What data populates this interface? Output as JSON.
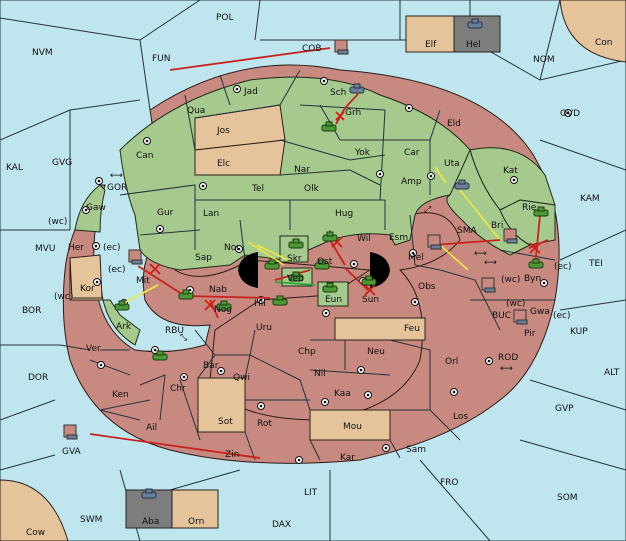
{
  "map_labels": {
    "pol": "POL",
    "nvm": "NVM",
    "fun": "FUN",
    "cob": "COB",
    "elf": "Elf",
    "hel": "Hel",
    "con": "Con",
    "nom": "NOM",
    "ovd": "OVD",
    "kal": "KAL",
    "gvg": "GVG",
    "gor": "GOR",
    "gaw": "Gaw",
    "mvu": "MVU",
    "wc1": "(wc)",
    "her": "Her",
    "ec1": "(ec)",
    "ec2": "(ec)",
    "wc2": "(wc)",
    "kor": "Kor",
    "mit": "Mit",
    "bor": "BOR",
    "ark": "Ark",
    "rbu": "RBU",
    "ver": "Ver",
    "dor": "DOR",
    "ken": "Ken",
    "chr": "Chr",
    "ail": "Ail",
    "gva": "GVA",
    "zin": "Zin",
    "swm": "SWM",
    "cow": "Cow",
    "aba": "Aba",
    "orn": "Orn",
    "dax": "DAX",
    "lit": "LIT",
    "fro": "FRO",
    "som": "SOM",
    "gvp": "GVP",
    "alt": "ALT",
    "kup": "KUP",
    "rod": "ROD",
    "buc": "BUC",
    "tei": "TEI",
    "kam": "KAM",
    "jad": "Jad",
    "qua": "Qua",
    "sch": "Sch",
    "grh": "Grh",
    "eld": "Eld",
    "jos": "Jos",
    "can": "Can",
    "elc": "Elc",
    "nar": "Nar",
    "yok": "Yok",
    "car": "Car",
    "uta": "Uta",
    "kat": "Kat",
    "tel": "Tel",
    "olk": "Olk",
    "amp": "Amp",
    "gur": "Gur",
    "lan": "Lan",
    "hug": "Hug",
    "bri": "Bri",
    "rie": "Rie",
    "sma": "SMA",
    "nor": "Nor",
    "skr": "Skr",
    "wil": "Wil",
    "esm": "Esm",
    "sap": "Sap",
    "veb": "Veb",
    "ost": "Ost",
    "mel": "Mel",
    "byn": "Byn",
    "wc3": "(wc)",
    "ec3": "(ec)",
    "nab": "Nab",
    "nog": "Nog",
    "hil": "Hil",
    "eun": "Eun",
    "sun": "Sun",
    "obs": "Obs",
    "wc4": "(wc)",
    "gwa": "Gwa",
    "ec4": "(ec)",
    "pir": "Pir",
    "uru": "Uru",
    "feu": "Feu",
    "chp": "Chp",
    "neu": "Neu",
    "orl": "Orl",
    "bar": "Bar",
    "qwi": "Qwi",
    "nil": "Nil",
    "kaa": "Kaa",
    "sot": "Sot",
    "rot": "Rot",
    "mou": "Mou",
    "los": "Los",
    "kar": "Kar",
    "sam": "Sam"
  },
  "colors": {
    "sea": "#bfe6ee",
    "green": "#a6c98d",
    "red": "#c88a80",
    "tan": "#e5c49c",
    "order": "#c7231c",
    "support": "#f0e840"
  }
}
